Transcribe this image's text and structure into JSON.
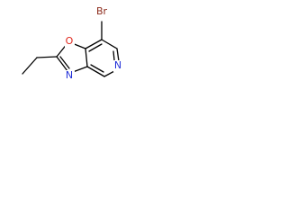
{
  "structure": {
    "atoms": {
      "bromine": {
        "symbol": "Br",
        "color": "#8b2a1b"
      },
      "oxygen": {
        "symbol": "O",
        "color": "#e0261b"
      },
      "oxazole_nitrogen": {
        "symbol": "N",
        "color": "#2432d8"
      },
      "pyridine_nitrogen": {
        "symbol": "N",
        "color": "#2432d8"
      }
    },
    "bond_color": "#000000"
  }
}
